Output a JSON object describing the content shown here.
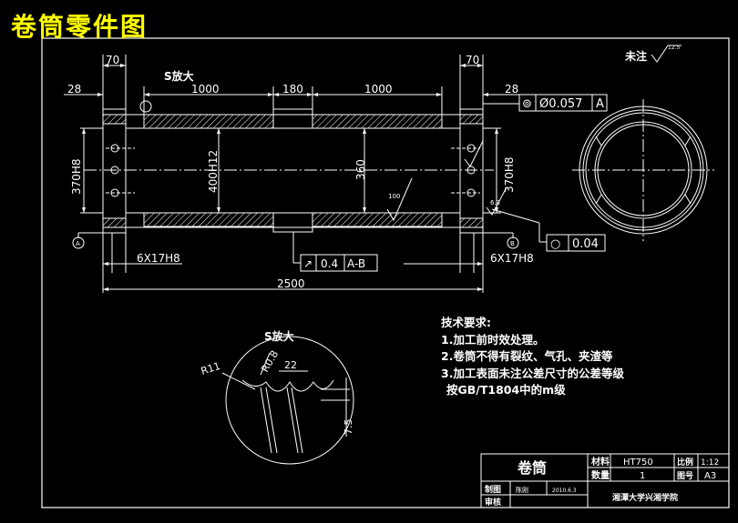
{
  "title": "卷筒零件图",
  "roughness_note": {
    "label": "未注",
    "value": "12.5"
  },
  "dims": {
    "flange_w_left": "70",
    "flange_w_right": "70",
    "offset_left": "28",
    "offset_right": "28",
    "drum_len_left": "1000",
    "mid_len": "180",
    "drum_len_right": "1000",
    "bore_left": "370H8",
    "bore_right": "370H8",
    "inner_dia": "400H12",
    "center_dia": "360",
    "holes_left": "6X17H8",
    "holes_right": "6X17H8",
    "total_len": "2500",
    "detail_label": "S放大",
    "section_label": "S放大",
    "radius_large": "R11",
    "radius_small": "R0.8",
    "pitch": "22",
    "groove_depth": "7.5",
    "rough_100": "100",
    "rough_63": "6.3"
  },
  "tolerances": {
    "coaxiality": {
      "symbol": "⊚",
      "value": "Ø0.057",
      "datum": "A"
    },
    "runout": {
      "symbol": "↗",
      "value": "0.4",
      "datum": "A-B"
    },
    "roundness": {
      "symbol": "○",
      "value": "0.04"
    }
  },
  "datums": {
    "a": "A",
    "b": "B"
  },
  "tech_requirements": {
    "heading": "技术要求:",
    "items": [
      "1.加工前时效处理。",
      "2.卷筒不得有裂纹、气孔、夹渣等",
      "3.加工表面未注公差尺寸的公差等级",
      "按GB/T1804中的m级"
    ]
  },
  "title_block": {
    "part_name": "卷筒",
    "material_label": "材料",
    "material_value": "HT750",
    "scale_label": "比例",
    "scale_value": "1:12",
    "qty_label": "数量",
    "qty_value": "1",
    "drawing_no_label": "图号",
    "drawing_no_value": "A3",
    "drawn_label": "制图",
    "drawn_name": "陈刚",
    "drawn_date": "2010.6.3",
    "checked_label": "审核",
    "school": "湘潭大学兴湘学院"
  },
  "colors": {
    "background": "#000000",
    "lines": "#ffffff",
    "title": "#ffff00"
  }
}
